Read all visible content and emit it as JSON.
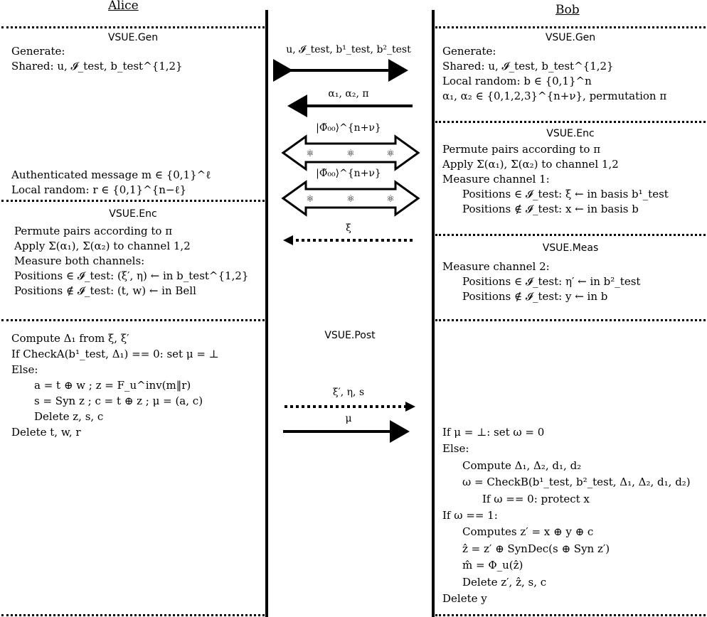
{
  "headers": {
    "alice": "Alice",
    "bob": "Bob"
  },
  "alice": {
    "gen_title": "VSUE.Gen",
    "gen_lines": [
      "Generate:",
      "Shared: u, 𝓘_test, b_test^{1,2}"
    ],
    "auth_lines": [
      "Authenticated message m ∈ {0,1}^ℓ",
      "Local random: r ∈ {0,1}^{n−ℓ}"
    ],
    "enc_title": "VSUE.Enc",
    "enc_lines": [
      "Permute pairs according to π",
      "Apply Σ(α₁), Σ(α₂) to channel 1,2",
      "Measure both channels:",
      "Positions ∈ 𝓘_test: (ξ′, η) ← in b_test^{1,2}",
      "Positions ∉ 𝓘_test: (t, w) ← in Bell"
    ],
    "post_lines": [
      "Compute Δ₁ from ξ, ξ′",
      "If CheckA(b¹_test, Δ₁) == 0: set μ = ⊥",
      "Else:",
      "a = t ⊕ w ; z = F_u^inv(m‖r)",
      "s = Syn z ; c = t ⊕ z ; μ = (a, c)",
      "Delete z, s, c",
      "Delete t, w, r"
    ]
  },
  "bob": {
    "gen_title": "VSUE.Gen",
    "gen_lines": [
      "Generate:",
      "Shared: u, 𝓘_test, b_test^{1,2}",
      "Local random: b ∈ {0,1}^n",
      "α₁, α₂ ∈ {0,1,2,3}^{n+ν}, permutation π"
    ],
    "enc_title": "VSUE.Enc",
    "enc_lines": [
      "Permute pairs according to π",
      "Apply Σ(α₁), Σ(α₂) to channel 1,2",
      "Measure channel 1:",
      "Positions ∈ 𝓘_test: ξ ← in basis b¹_test",
      "Positions ∉ 𝓘_test: x ← in basis b"
    ],
    "meas_title": "VSUE.Meas",
    "meas_lines": [
      "Measure channel 2:",
      "Positions ∈ 𝓘_test: η′ ← in b²_test",
      "Positions ∉ 𝓘_test: y ← in b"
    ],
    "post_lines": [
      "If μ = ⊥: set ω = 0",
      "Else:",
      "Compute Δ₁, Δ₂, d₁, d₂",
      "ω = CheckB(b¹_test, b²_test, Δ₁, Δ₂, d₁, d₂)",
      "If ω == 0: protect x",
      "If ω == 1:",
      "Computes z′ = x ⊕ y ⊕ c",
      "ẑ = z′ ⊕ SynDec(s ⊕ Syn z′)",
      "m̂ = Φ_u(ẑ)",
      "Delete z′, ẑ, s, c",
      "Delete y"
    ]
  },
  "middle": {
    "msg1": "u, 𝓘_test, b¹_test, b²_test",
    "msg2": "α₁, α₂, π",
    "epr1": "|Φ̃₀₀⟩^{n+ν}",
    "epr2": "|Φ̃₀₀⟩^{n+ν}",
    "msg3": "ξ",
    "post_title": "VSUE.Post",
    "msg4": "ξ′, η, s",
    "msg5": "μ"
  }
}
